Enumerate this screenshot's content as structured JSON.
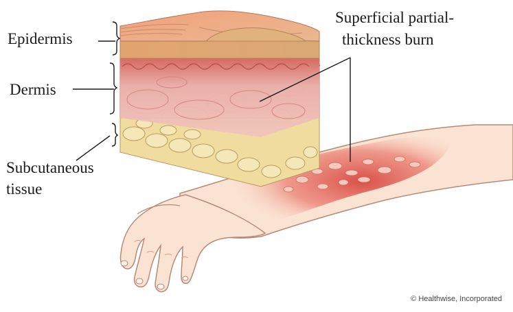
{
  "labels": {
    "epidermis": "Epidermis",
    "dermis": "Dermis",
    "subcutaneous_line1": "Subcutaneous",
    "subcutaneous_line2": "tissue",
    "burn_line1": "Superficial partial-",
    "burn_line2": "thickness burn"
  },
  "credit": "© Healthwise, Incorporated",
  "colors": {
    "skin": "#fbe3d3",
    "skin_outline": "#b58a78",
    "burn_red": "#d9534a",
    "dermis": "#e8a7a3",
    "epidermis": "#e5b98a",
    "fat": "#f1dca0",
    "line": "#1a1a1a"
  }
}
